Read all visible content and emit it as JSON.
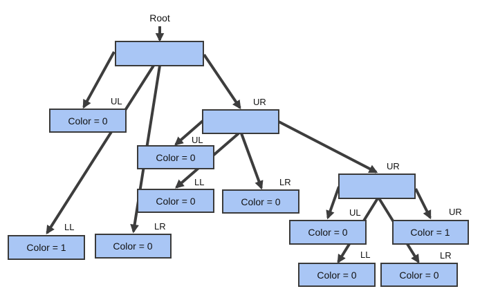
{
  "diagram": {
    "root_label": "Root",
    "colors": {
      "node_fill": "#a9c6f5",
      "node_stroke": "#3a3a3a",
      "edge": "#3d3d3d"
    },
    "nodes": [
      {
        "id": "root",
        "text": ""
      },
      {
        "id": "ul-leaf",
        "text": "Color = 0"
      },
      {
        "id": "ur",
        "text": ""
      },
      {
        "id": "ll-leaf",
        "text": "Color = 1"
      },
      {
        "id": "lr-leaf",
        "text": "Color = 0"
      },
      {
        "id": "ur-ul-leaf",
        "text": "Color = 0"
      },
      {
        "id": "ur-ll-leaf",
        "text": "Color = 0"
      },
      {
        "id": "ur-lr-leaf",
        "text": "Color = 0"
      },
      {
        "id": "ur-ur",
        "text": ""
      },
      {
        "id": "ur-ur-ul-leaf",
        "text": "Color = 0"
      },
      {
        "id": "ur-ur-ur-leaf",
        "text": "Color = 1"
      },
      {
        "id": "ur-ur-ll-leaf",
        "text": "Color = 0"
      },
      {
        "id": "ur-ur-lr-leaf",
        "text": "Color = 0"
      }
    ],
    "edge_labels": {
      "root_ul": "UL",
      "root_ur": "UR",
      "root_ll": "LL",
      "root_lr": "LR",
      "ur_ul": "UL",
      "ur_ll": "LL",
      "ur_lr": "LR",
      "ur_ur": "UR",
      "urur_ul": "UL",
      "urur_ur": "UR",
      "urur_ll": "LL",
      "urur_lr": "LR"
    }
  }
}
